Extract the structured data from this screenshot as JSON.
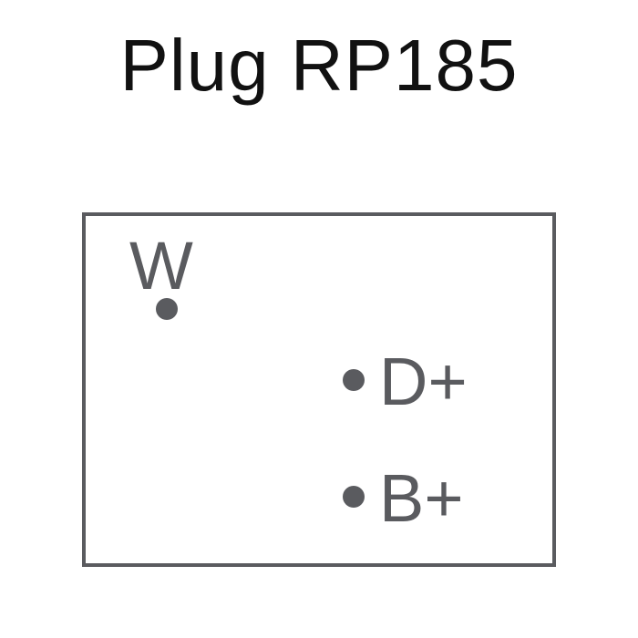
{
  "title": "Plug RP185",
  "colors": {
    "title_text": "#111111",
    "diagram_stroke": "#5a5b5f",
    "background": "#ffffff"
  },
  "pins": [
    {
      "label": "W"
    },
    {
      "label": "D+"
    },
    {
      "label": "B+"
    }
  ]
}
